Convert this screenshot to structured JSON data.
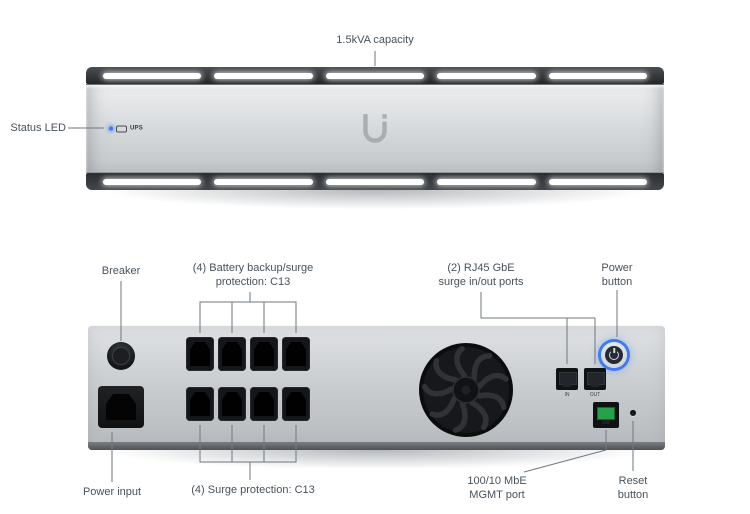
{
  "front": {
    "capacity_label": "1.5kVA capacity",
    "status_led_label": "Status LED",
    "ups_badge": "UPS"
  },
  "rear": {
    "breaker": "Breaker",
    "battery_line1": "(4) Battery backup/surge",
    "battery_line2": "protection: C13",
    "rj45_line1": "(2) RJ45 GbE",
    "rj45_line2": "surge in/out ports",
    "power_button_line1": "Power",
    "power_button_line2": "button",
    "power_input": "Power input",
    "surge": "(4) Surge protection: C13",
    "mgmt_line1": "100/10 MbE",
    "mgmt_line2": "MGMT port",
    "reset_line1": "Reset",
    "reset_line2": "button",
    "port_in": "IN",
    "port_out": "OUT"
  },
  "colors": {
    "label_text": "#47525c",
    "callout_line": "#6e777f",
    "status_led_blue": "#3b7cf5",
    "power_ring_blue": "#3f7bf0",
    "mgmt_green": "#27a24b"
  }
}
